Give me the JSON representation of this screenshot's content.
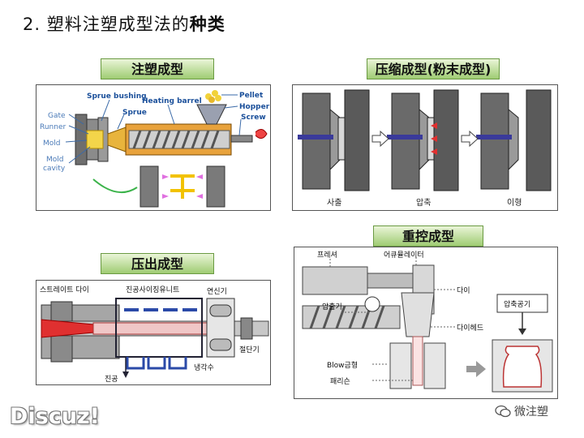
{
  "title": {
    "prefix": "2. 塑料注塑成型法的",
    "bold": "种类"
  },
  "injection": {
    "label": "注塑成型",
    "sprue_bushing": "Sprue bushing",
    "sprue": "Sprue",
    "heating_barrel": "Heating barrel",
    "pellet": "Pellet",
    "hopper": "Hopper",
    "screw": "Screw",
    "gate": "Gate",
    "runner": "Runner",
    "mold": "Mold",
    "mold_cavity_1": "Mold",
    "mold_cavity_2": "cavity"
  },
  "compression": {
    "label": "压缩成型(粉末成型)",
    "step1": "사출",
    "step2": "압축",
    "step3": "이형"
  },
  "extrusion": {
    "label": "压出成型",
    "straight_die": "스트레이트 다이",
    "vacuum_sizing": "진공사이징유니트",
    "puller": "연신기",
    "cutter": "절단기",
    "vacuum": "진공",
    "coolant": "냉각수"
  },
  "blow": {
    "label": "重控成型",
    "press": "프레셔",
    "accumulator": "어큐뮬레이터",
    "die": "다이",
    "extruder": "압출기",
    "die_head": "다이헤드",
    "blow_mold": "Blow금형",
    "parison": "패리슨",
    "compressed_air": "압축공기"
  },
  "watermark": {
    "discuz": "Discuz!",
    "wechat": "微注塑"
  }
}
